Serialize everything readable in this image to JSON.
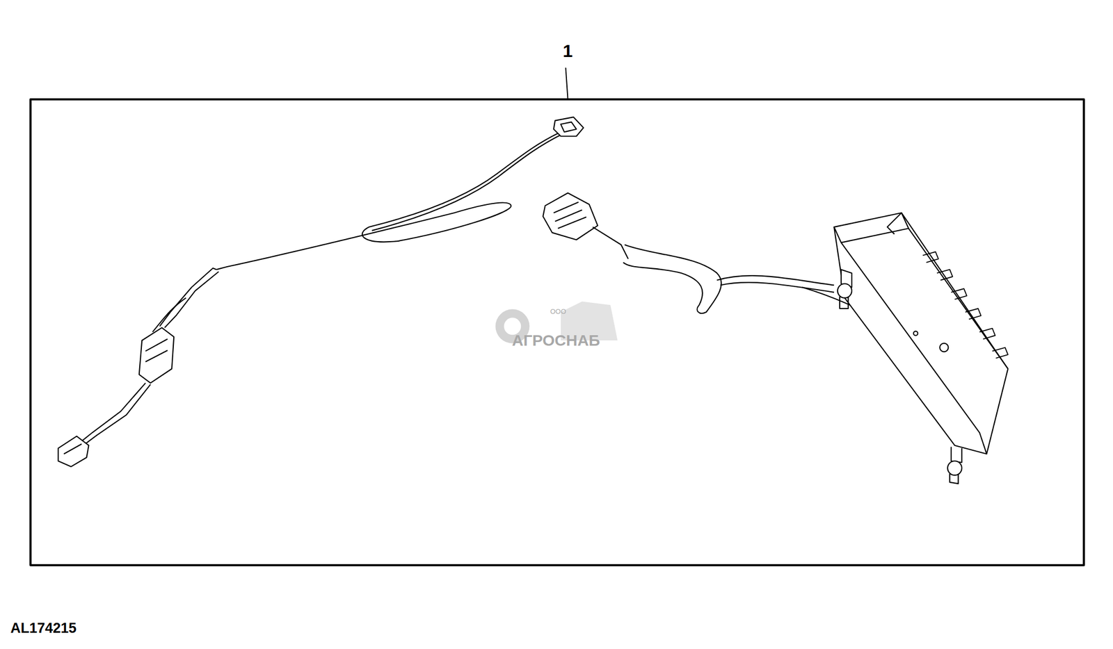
{
  "diagram": {
    "labels": [
      "1",
      "ООО",
      "АГРОСНАБ",
      "AL174215"
    ]
  }
}
